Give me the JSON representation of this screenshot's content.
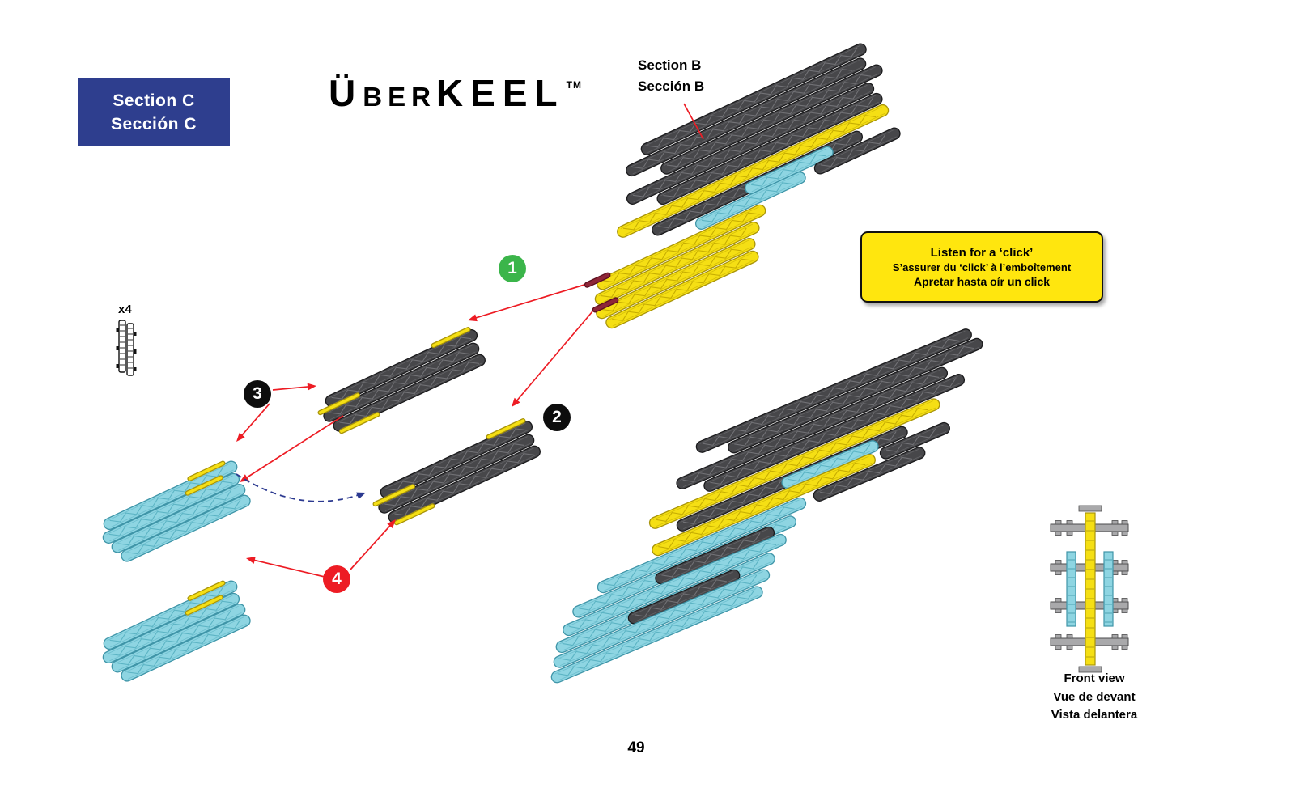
{
  "page": {
    "number": "49"
  },
  "brand": {
    "first": "Ü",
    "mid": "BER",
    "last": "KEEL",
    "tm": "TM"
  },
  "section_c": {
    "line1": "Section C",
    "line2": "Sección C"
  },
  "section_b": {
    "line1": "Section B",
    "line2": "Sección B"
  },
  "callout": {
    "line1": "Listen for a ‘click’",
    "line2": "S’assurer du ‘click’ à l’emboîtement",
    "line3": "Apretar hasta oír un click"
  },
  "steps": [
    {
      "n": "1",
      "color": "#3bb54a"
    },
    {
      "n": "2",
      "color": "#0d0d0d"
    },
    {
      "n": "3",
      "color": "#0d0d0d"
    },
    {
      "n": "4",
      "color": "#ed1c24"
    }
  ],
  "quantity": {
    "label": "x4"
  },
  "front_view": {
    "line1": "Front view",
    "line2": "Vue de devant",
    "line3": "Vista delantera"
  },
  "colors": {
    "box_blue": "#2e3e8e",
    "callout_bg": "#ffe60e",
    "beam_dark": "#47474a",
    "beam_yellow": "#f5df14",
    "beam_cyan": "#8ed5e2",
    "beam_maroon": "#8e2638",
    "arrow_red": "#ed1c24",
    "arrow_blue": "#2b3990"
  }
}
